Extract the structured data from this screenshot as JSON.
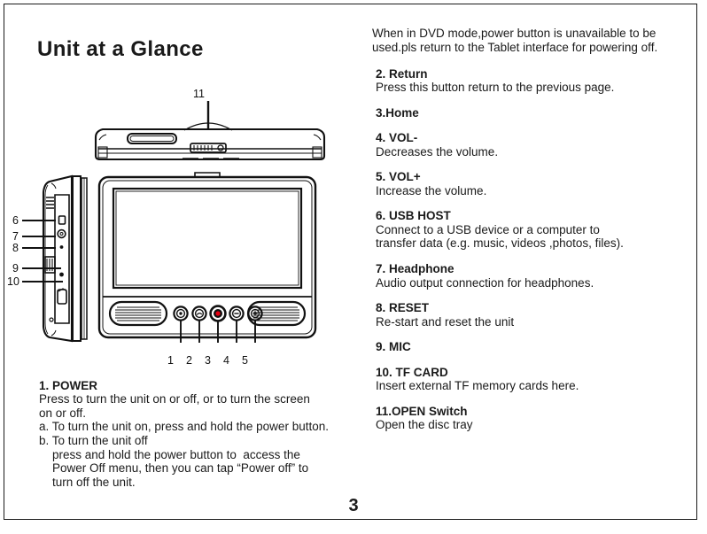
{
  "page": {
    "title": "Unit at a Glance",
    "number": "3"
  },
  "diagram": {
    "top_view_callout": "11",
    "side_callouts": [
      "6",
      "7",
      "8",
      "9",
      "10"
    ],
    "front_callouts": [
      "1",
      "2",
      "3",
      "4",
      "5"
    ],
    "accent_color": "#e60012",
    "line_color": "#111111"
  },
  "power": {
    "heading": "1. POWER",
    "line1": "Press to turn the unit on or off, or to turn the screen",
    "line2": "on or off.",
    "line3": "a. To turn the unit on, press and hold the power button.",
    "line4": "b. To turn the unit off",
    "line5": "    press and hold the power button to  access the",
    "line6": "    Power Off menu, then you can tap “Power off” to",
    "line7": "    turn off the unit."
  },
  "right": {
    "intro": "When in DVD mode,power button is unavailable to be\nused.pls return to the Tablet interface for powering off.",
    "entries": [
      {
        "head": "2. Return",
        "body": "Press this button return to the previous page."
      },
      {
        "head": "3.Home",
        "body": ""
      },
      {
        "head": "4. VOL-",
        "body": "Decreases the volume."
      },
      {
        "head": "5. VOL+",
        "body": "Increase the volume."
      },
      {
        "head": "6. USB HOST",
        "body": "Connect to a USB device or a computer to\ntransfer data (e.g. music, videos ,photos, files)."
      },
      {
        "head": "7. Headphone",
        "body": "Audio output connection for headphones."
      },
      {
        "head": "8. RESET",
        "body": "Re-start and reset the unit"
      },
      {
        "head": "9. MIC",
        "body": ""
      },
      {
        "head": "10. TF CARD",
        "body": "Insert external TF memory cards here."
      },
      {
        "head": "11.OPEN Switch",
        "body": "Open the disc tray"
      }
    ]
  }
}
